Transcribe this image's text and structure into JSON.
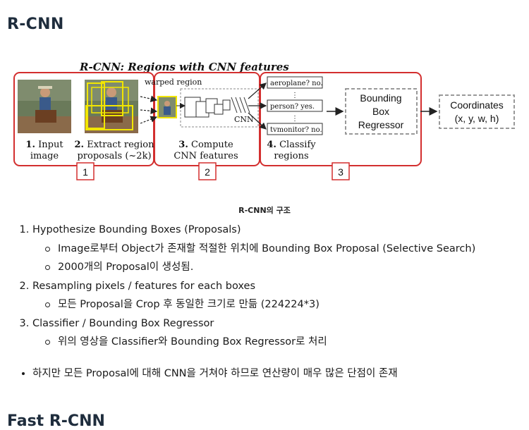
{
  "page": {
    "title": "R-CNN",
    "next_title": "Fast R-CNN"
  },
  "figure": {
    "title": "R-CNN: Regions with CNN features",
    "warped_label": "warped region",
    "cnn_label": "CNN",
    "step1_num": "1.",
    "step1_text": "Input",
    "step1_text2": "image",
    "step2_num": "2.",
    "step2_text": "Extract region",
    "step2_text2": "proposals (~2k)",
    "step3_num": "3.",
    "step3_text": "Compute",
    "step3_text2": "CNN features",
    "step4_num": "4.",
    "step4_text": "Classify",
    "step4_text2": "regions",
    "class1": "aeroplane? no.",
    "class2": "person? yes.",
    "class3": "tvmonitor? no.",
    "bbox_line1": "Bounding",
    "bbox_line2": "Box",
    "bbox_line3": "Regressor",
    "coord_line1": "Coordinates",
    "coord_line2": "(x, y, w, h)",
    "badge1": "1",
    "badge2": "2",
    "badge3": "3",
    "colors": {
      "red_box": "#d32f2f",
      "yellow": "#f2e600"
    }
  },
  "caption": "R-CNN의 구조",
  "steps": [
    {
      "label": "Hypothesize Bounding Boxes (Proposals)",
      "subs": [
        "Image로부터 Object가 존재할 적절한 위치에 Bounding Box Proposal (Selective Search)",
        "2000개의 Proposal이 생성됨."
      ]
    },
    {
      "label": "Resampling pixels / features for each boxes",
      "subs": [
        "모든 Proposal을 Crop 후 동일한 크기로 만듦 (224224*3)"
      ]
    },
    {
      "label": "Classifier / Bounding Box Regressor",
      "subs": [
        "위의 영상을 Classifier와 Bounding Box Regressor로 처리"
      ]
    }
  ],
  "note": "하지만 모든 Proposal에 대해 CNN을 거쳐야 하므로 연산량이 매우 많은 단점이 존재"
}
